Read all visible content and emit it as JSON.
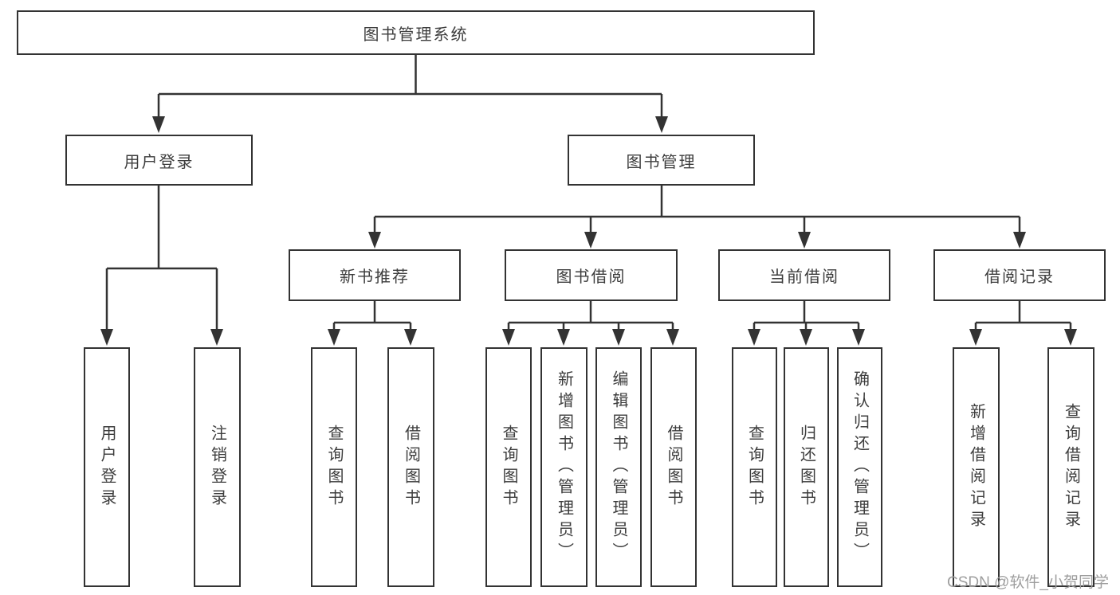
{
  "diagram": {
    "tree": {
      "label": "图书管理系统",
      "children": [
        {
          "label": "用户登录",
          "children": [
            {
              "label": "用户登录"
            },
            {
              "label": "注销登录"
            }
          ]
        },
        {
          "label": "图书管理",
          "children": [
            {
              "label": "新书推荐",
              "children": [
                {
                  "label": "查询图书"
                },
                {
                  "label": "借阅图书"
                }
              ]
            },
            {
              "label": "图书借阅",
              "children": [
                {
                  "label": "查询图书"
                },
                {
                  "label": "新增图书（管理员）"
                },
                {
                  "label": "编辑图书（管理员）"
                },
                {
                  "label": "借阅图书"
                }
              ]
            },
            {
              "label": "当前借阅",
              "children": [
                {
                  "label": "查询图书"
                },
                {
                  "label": "归还图书"
                },
                {
                  "label": "确认归还（管理员）"
                }
              ]
            },
            {
              "label": "借阅记录",
              "children": [
                {
                  "label": "新增借阅记录"
                },
                {
                  "label": "查询借阅记录"
                }
              ]
            }
          ]
        }
      ]
    },
    "colors": {
      "line": "#333333",
      "box_border": "#333333",
      "text": "#3d3d3d",
      "background": "#ffffff",
      "watermark": "#9e9e9e"
    }
  },
  "watermark": {
    "text": "CSDN @软件_小贺同学"
  }
}
